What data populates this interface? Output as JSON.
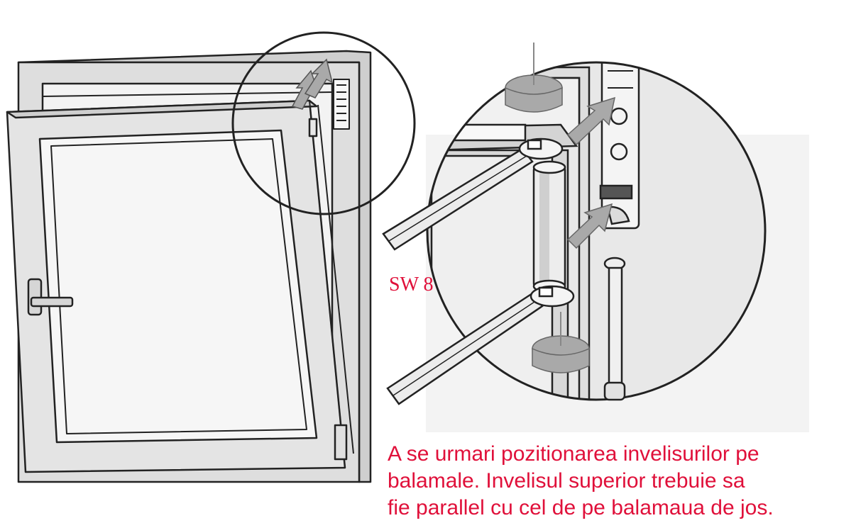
{
  "colors": {
    "annotation": "#e0103a",
    "line": "#222222",
    "frame_fill": "#dcdcdc",
    "glass_fill": "#f4f4f4",
    "arrow_fill": "#a9a9a9",
    "panel_shade": "#f2f2f2"
  },
  "labels": {
    "wrench_size": "SW 8"
  },
  "caption": {
    "lines": [
      "A se urmari pozitionarea invelisurilor pe",
      "balamale. Invelisul superior trebuie sa",
      "fie parallel cu cel de pe balamaua de jos."
    ]
  }
}
